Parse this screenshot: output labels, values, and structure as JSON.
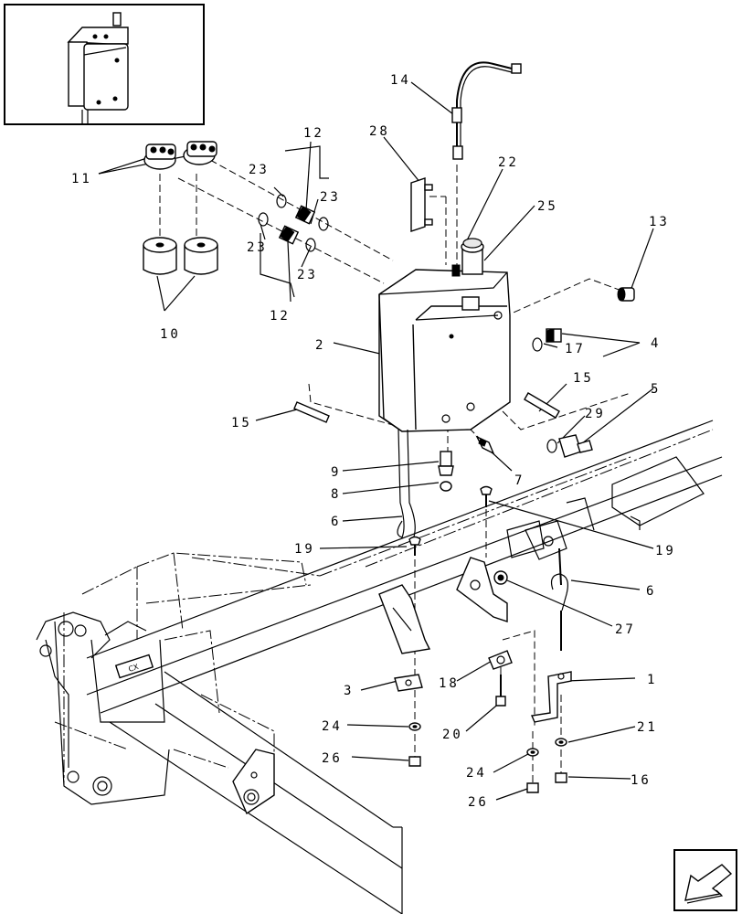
{
  "callouts": {
    "c1": "1",
    "c2": "2",
    "c3": "3",
    "c4": "4",
    "c5": "5",
    "c6a": "6",
    "c6b": "6",
    "c7": "7",
    "c8": "8",
    "c9": "9",
    "c10": "10",
    "c11": "11",
    "c12a": "12",
    "c12b": "12",
    "c13": "13",
    "c14": "14",
    "c15a": "15",
    "c15b": "15",
    "c16": "16",
    "c17": "17",
    "c18": "18",
    "c19a": "19",
    "c19b": "19",
    "c20": "20",
    "c21": "21",
    "c22": "22",
    "c23a": "23",
    "c23b": "23",
    "c23c": "23",
    "c23d": "23",
    "c24a": "24",
    "c24b": "24",
    "c25": "25",
    "c26a": "26",
    "c26b": "26",
    "c27": "27",
    "c28": "28",
    "c29": "29"
  },
  "decal_text": "CX"
}
